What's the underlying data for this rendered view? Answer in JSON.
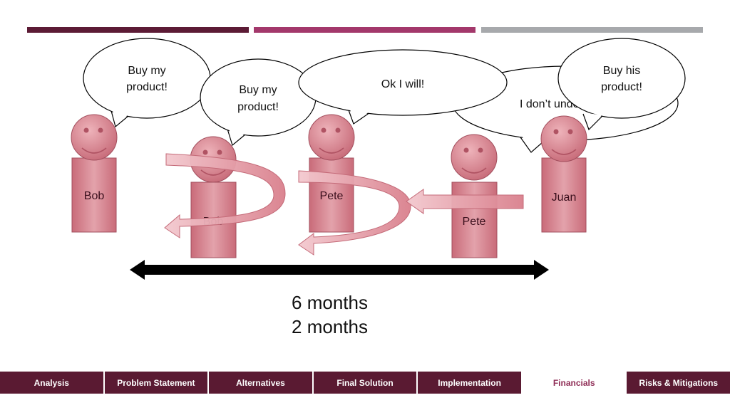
{
  "colors": {
    "bar1": "#5c1b35",
    "bar2": "#a3386b",
    "bar3": "#a7a9ac",
    "figure_fill": "#d98a94",
    "figure_stroke": "#a24e5d",
    "nav_bg": "#5a1a32",
    "nav_active_text": "#8e2c55"
  },
  "figures": [
    {
      "label": "Bob"
    },
    {
      "label": "Bob"
    },
    {
      "label": "Pete"
    },
    {
      "label": "Pete"
    },
    {
      "label": "Juan"
    }
  ],
  "bubbles": [
    {
      "lines": [
        "Buy my",
        "product!"
      ]
    },
    {
      "lines": [
        "Buy my",
        "product!"
      ]
    },
    {
      "lines": [
        "I don’t understand"
      ]
    },
    {
      "lines": [
        "Ok I will!"
      ]
    },
    {
      "lines": [
        "Buy his",
        "product!"
      ]
    }
  ],
  "timeline": {
    "label_1": "6 months",
    "label_2": "2 months"
  },
  "nav": {
    "tabs": [
      {
        "label": "Analysis",
        "active": false
      },
      {
        "label": "Problem Statement",
        "active": false
      },
      {
        "label": "Alternatives",
        "active": false
      },
      {
        "label": "Final Solution",
        "active": false
      },
      {
        "label": "Implementation",
        "active": false
      },
      {
        "label": "Financials",
        "active": true
      },
      {
        "label": "Risks & Mitigations",
        "active": false
      }
    ]
  }
}
